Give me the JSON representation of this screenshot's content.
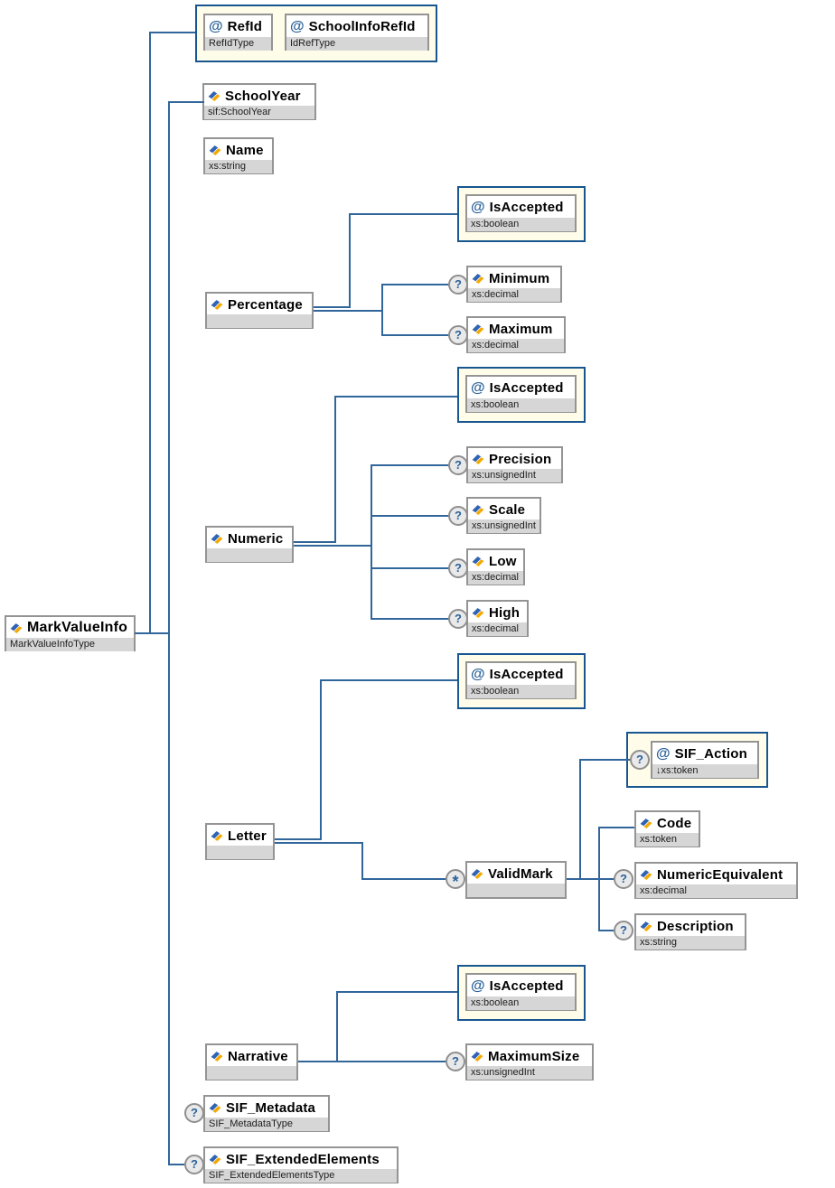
{
  "diagram": {
    "root": {
      "name": "MarkValueInfo",
      "type": "MarkValueInfoType"
    },
    "nodes": {
      "refid": {
        "name": "RefId",
        "type": "RefIdType"
      },
      "schoolinforefid": {
        "name": "SchoolInfoRefId",
        "type": "IdRefType"
      },
      "schoolyear": {
        "name": "SchoolYear",
        "type": "sif:SchoolYear"
      },
      "name": {
        "name": "Name",
        "type": "xs:string"
      },
      "percentage": {
        "name": "Percentage",
        "type": ""
      },
      "isaccepted": {
        "name": "IsAccepted",
        "type": "xs:boolean"
      },
      "minimum": {
        "name": "Minimum",
        "type": "xs:decimal"
      },
      "maximum": {
        "name": "Maximum",
        "type": "xs:decimal"
      },
      "numeric": {
        "name": "Numeric",
        "type": ""
      },
      "precision": {
        "name": "Precision",
        "type": "xs:unsignedInt"
      },
      "scale": {
        "name": "Scale",
        "type": "xs:unsignedInt"
      },
      "low": {
        "name": "Low",
        "type": "xs:decimal"
      },
      "high": {
        "name": "High",
        "type": "xs:decimal"
      },
      "letter": {
        "name": "Letter",
        "type": ""
      },
      "validmark": {
        "name": "ValidMark",
        "type": ""
      },
      "sif_action": {
        "name": "SIF_Action",
        "type": "↓xs:token"
      },
      "code": {
        "name": "Code",
        "type": "xs:token"
      },
      "numericequivalent": {
        "name": "NumericEquivalent",
        "type": "xs:decimal"
      },
      "description": {
        "name": "Description",
        "type": "xs:string"
      },
      "narrative": {
        "name": "Narrative",
        "type": ""
      },
      "maximumsize": {
        "name": "MaximumSize",
        "type": "xs:unsignedInt"
      },
      "sif_metadata": {
        "name": "SIF_Metadata",
        "type": "SIF_MetadataType"
      },
      "sif_extendedelements": {
        "name": "SIF_ExtendedElements",
        "type": "SIF_ExtendedElementsType"
      }
    },
    "symbols": {
      "attribute": "@",
      "optional": "?",
      "repeat": "*"
    },
    "colors": {
      "connector": "#31669b",
      "attr_group_fill": "#fffdea",
      "attr_group_border": "#17568f",
      "box_border": "#949494",
      "type_row": "#d6d6d6",
      "icon_blue": "#2f63b4",
      "icon_yellow": "#f5a800",
      "symbol_blue": "#2b6299"
    }
  }
}
